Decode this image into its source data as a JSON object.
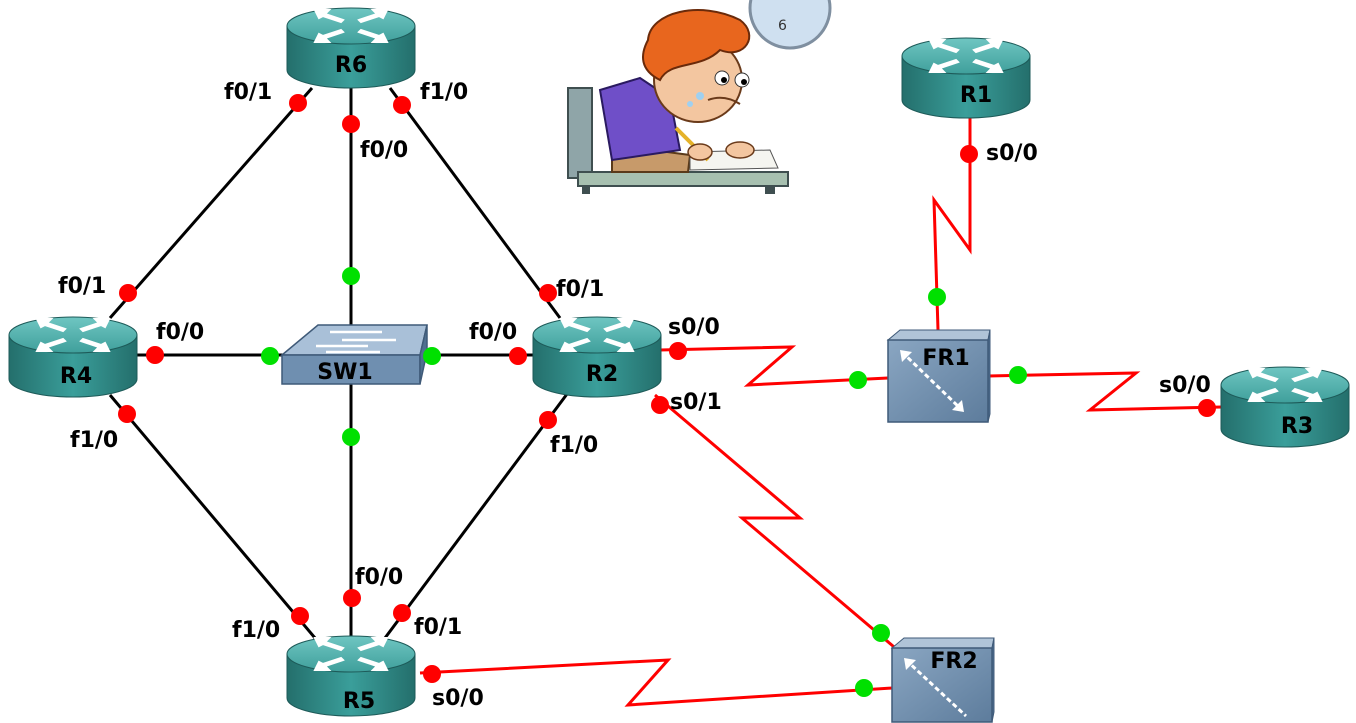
{
  "colors": {
    "ethernet_link": "#000000",
    "serial_link": "#ff0000",
    "port_down": "#ff0000",
    "port_up": "#00e000",
    "router_body": "#2f8f8c",
    "switch_body": "#6f8fb0"
  },
  "devices": {
    "R1": "R1",
    "R2": "R2",
    "R3": "R3",
    "R4": "R4",
    "R5": "R5",
    "R6": "R6",
    "SW1": "SW1",
    "FR1": "FR1",
    "FR2": "FR2"
  },
  "interfaces": {
    "r6_f0_1": "f0/1",
    "r6_f1_0": "f1/0",
    "r6_f0_0": "f0/0",
    "r1_s0_0": "s0/0",
    "r4_f0_1": "f0/1",
    "r4_f0_0": "f0/0",
    "r4_f1_0": "f1/0",
    "r2_f0_1": "f0/1",
    "r2_f0_0": "f0/0",
    "r2_s0_0": "s0/0",
    "r2_s0_1": "s0/1",
    "r2_f1_0": "f1/0",
    "r3_s0_0": "s0/0",
    "r5_f0_0": "f0/0",
    "r5_f1_0": "f1/0",
    "r5_f0_1": "f0/1",
    "r5_s0_0": "s0/0"
  },
  "icons": {
    "router": "router-icon",
    "switch": "switch-icon",
    "frame_relay": "frame-relay-switch-icon",
    "student": "student-cartoon"
  }
}
